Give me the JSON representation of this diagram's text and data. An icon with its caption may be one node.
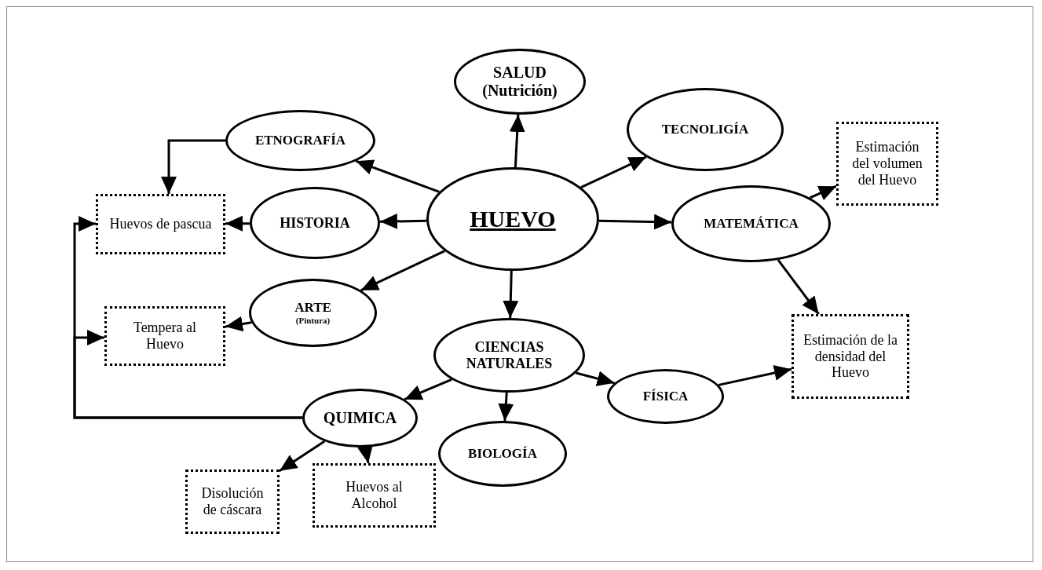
{
  "diagram": {
    "nodes": [
      {
        "text": [
          "SALUD (Nutrición)"
        ]
      },
      {
        "text": [
          "ETNOGRAFÍA"
        ]
      },
      {
        "text": [
          "TECNOLIGÍA"
        ]
      },
      {
        "text": [
          "Estimación del volumen del Huevo"
        ]
      },
      {
        "text": [
          "Huevos de pascua"
        ]
      },
      {
        "text": [
          "HISTORIA"
        ]
      },
      {
        "text": [
          "HUEVO"
        ]
      },
      {
        "text": [
          "MATEMÁTICA"
        ]
      },
      {
        "text": [
          "ARTE",
          "(Pintura)"
        ]
      },
      {
        "text": [
          "Tempera al Huevo"
        ]
      },
      {
        "text": [
          "CIENCIAS NATURALES"
        ]
      },
      {
        "text": [
          "Estimación de la densidad del Huevo"
        ]
      },
      {
        "text": [
          "FÍSICA"
        ]
      },
      {
        "text": [
          "QUIMICA"
        ]
      },
      {
        "text": [
          "BIOLOGÍA"
        ]
      },
      {
        "text": [
          "Disolución de cáscara"
        ]
      },
      {
        "text": [
          "Huevos al Alcohol"
        ]
      }
    ],
    "edges": [
      {
        "from": 6,
        "to": 0,
        "arrow": "to"
      },
      {
        "from": 6,
        "to": 1,
        "arrow": "to"
      },
      {
        "from": 6,
        "to": 2,
        "arrow": "to"
      },
      {
        "from": 6,
        "to": 5,
        "arrow": "to"
      },
      {
        "from": 6,
        "to": 7,
        "arrow": "to"
      },
      {
        "from": 6,
        "to": 8,
        "arrow": "to"
      },
      {
        "from": 6,
        "to": 10,
        "arrow": "to"
      },
      {
        "from": 1,
        "to": 4,
        "arrow": "to"
      },
      {
        "from": 5,
        "to": 4,
        "arrow": "to"
      },
      {
        "from": 8,
        "to": 9,
        "arrow": "to"
      },
      {
        "from": 7,
        "to": 3,
        "arrow": "to"
      },
      {
        "from": 7,
        "to": 11,
        "arrow": "to"
      },
      {
        "from": 10,
        "to": 13,
        "arrow": "to"
      },
      {
        "from": 10,
        "to": 14,
        "arrow": "to"
      },
      {
        "from": 10,
        "to": 12,
        "arrow": "to"
      },
      {
        "from": 12,
        "to": 11,
        "arrow": "to"
      },
      {
        "from": 13,
        "to": 4,
        "arrow": "to"
      },
      {
        "from": 13,
        "to": 9,
        "arrow": "to"
      },
      {
        "from": 13,
        "to": 15,
        "arrow": "to"
      },
      {
        "from": 13,
        "to": 16,
        "arrow": "to"
      }
    ]
  }
}
